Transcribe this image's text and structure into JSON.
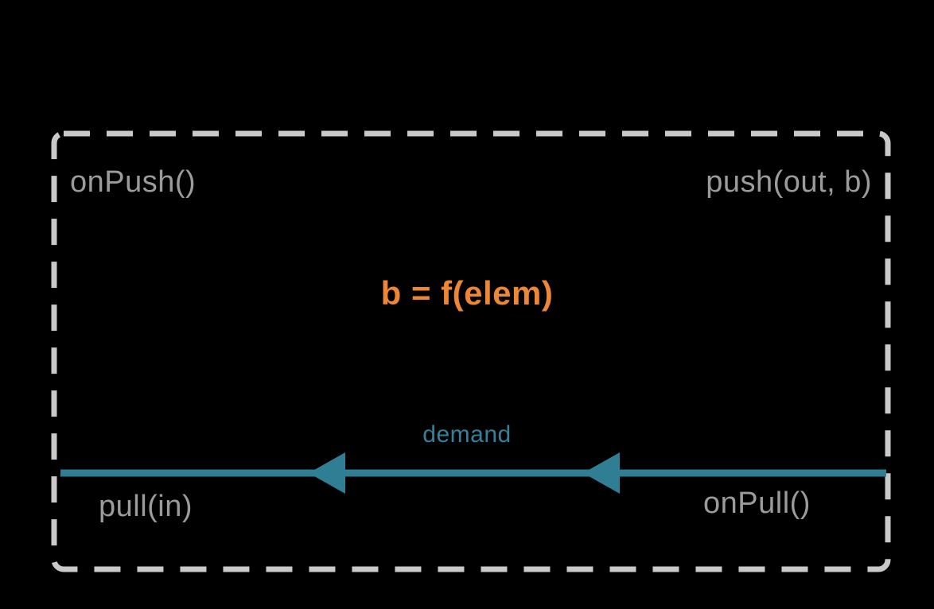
{
  "diagram": {
    "title": "stream stage push/pull signal diagram",
    "labels": {
      "on_push": "onPush()",
      "push_out": "push(out, b)",
      "transform": "b = f(elem)",
      "demand": "demand",
      "pull_in": "pull(in)",
      "on_pull": "onPull()"
    },
    "colors": {
      "background": "#000000",
      "border_gray": "#c9c9c9",
      "label_gray": "#9b9b9b",
      "transform_orange": "#ed8733",
      "demand_teal": "#2f7e94"
    }
  }
}
